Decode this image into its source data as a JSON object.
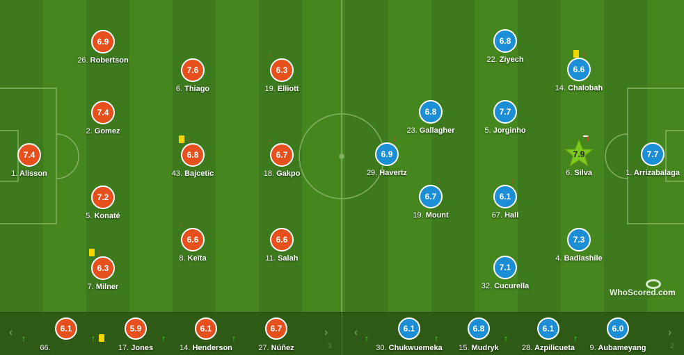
{
  "colors": {
    "home": "#e6501d",
    "away": "#1b8ed6",
    "motm": "#7dc81e",
    "card": "#f5d600",
    "sub_off": "#e8372b",
    "sub_on": "#3fe03f"
  },
  "brand": {
    "text_a": "WhoScored",
    "text_b": ".com",
    "icon": "speech-bubble-icon"
  },
  "home": {
    "starters": [
      {
        "rating": "6.9",
        "num": "26.",
        "name": "Robertson"
      },
      {
        "rating": "7.6",
        "num": "6.",
        "name": "Thiago"
      },
      {
        "rating": "6.3",
        "num": "19.",
        "name": "Elliott"
      },
      {
        "rating": "7.4",
        "num": "2.",
        "name": "Gomez"
      },
      {
        "rating": "6.8",
        "num": "43.",
        "name": "Bajcetic"
      },
      {
        "rating": "6.7",
        "num": "18.",
        "name": "Gakpo"
      },
      {
        "rating": "7.4",
        "num": "1.",
        "name": "Alisson"
      },
      {
        "rating": "7.2",
        "num": "5.",
        "name": "Konaté"
      },
      {
        "rating": "6.6",
        "num": "8.",
        "name": "Keïta"
      },
      {
        "rating": "6.6",
        "num": "11.",
        "name": "Salah"
      },
      {
        "rating": "6.3",
        "num": "7.",
        "name": "Milner"
      }
    ],
    "subs": [
      {
        "rating": "6.1",
        "num": "66.",
        "name": ""
      },
      {
        "rating": "5.9",
        "num": "17.",
        "name": "Jones"
      },
      {
        "rating": "6.1",
        "num": "14.",
        "name": "Henderson"
      },
      {
        "rating": "6.7",
        "num": "27.",
        "name": "Núñez"
      }
    ]
  },
  "away": {
    "starters": [
      {
        "rating": "6.8",
        "num": "22.",
        "name": "Ziyech"
      },
      {
        "rating": "6.6",
        "num": "14.",
        "name": "Chalobah"
      },
      {
        "rating": "6.8",
        "num": "23.",
        "name": "Gallagher"
      },
      {
        "rating": "7.7",
        "num": "5.",
        "name": "Jorginho"
      },
      {
        "rating": "6.9",
        "num": "29.",
        "name": "Havertz"
      },
      {
        "rating": "7.9",
        "num": "6.",
        "name": "Silva"
      },
      {
        "rating": "7.7",
        "num": "1.",
        "name": "Arrizabalaga"
      },
      {
        "rating": "6.7",
        "num": "19.",
        "name": "Mount"
      },
      {
        "rating": "6.1",
        "num": "67.",
        "name": "Hall"
      },
      {
        "rating": "7.3",
        "num": "4.",
        "name": "Badiashile"
      },
      {
        "rating": "7.1",
        "num": "32.",
        "name": "Cucurella"
      }
    ],
    "subs": [
      {
        "rating": "6.1",
        "num": "30.",
        "name": "Chukwuemeka"
      },
      {
        "rating": "6.8",
        "num": "15.",
        "name": "Mudryk"
      },
      {
        "rating": "6.1",
        "num": "28.",
        "name": "Azpilicueta"
      },
      {
        "rating": "6.0",
        "num": "9.",
        "name": "Aubameyang"
      }
    ]
  },
  "nav": {
    "prev": "‹",
    "next": "›"
  },
  "ghost": {
    "left": "3",
    "right": "2"
  }
}
